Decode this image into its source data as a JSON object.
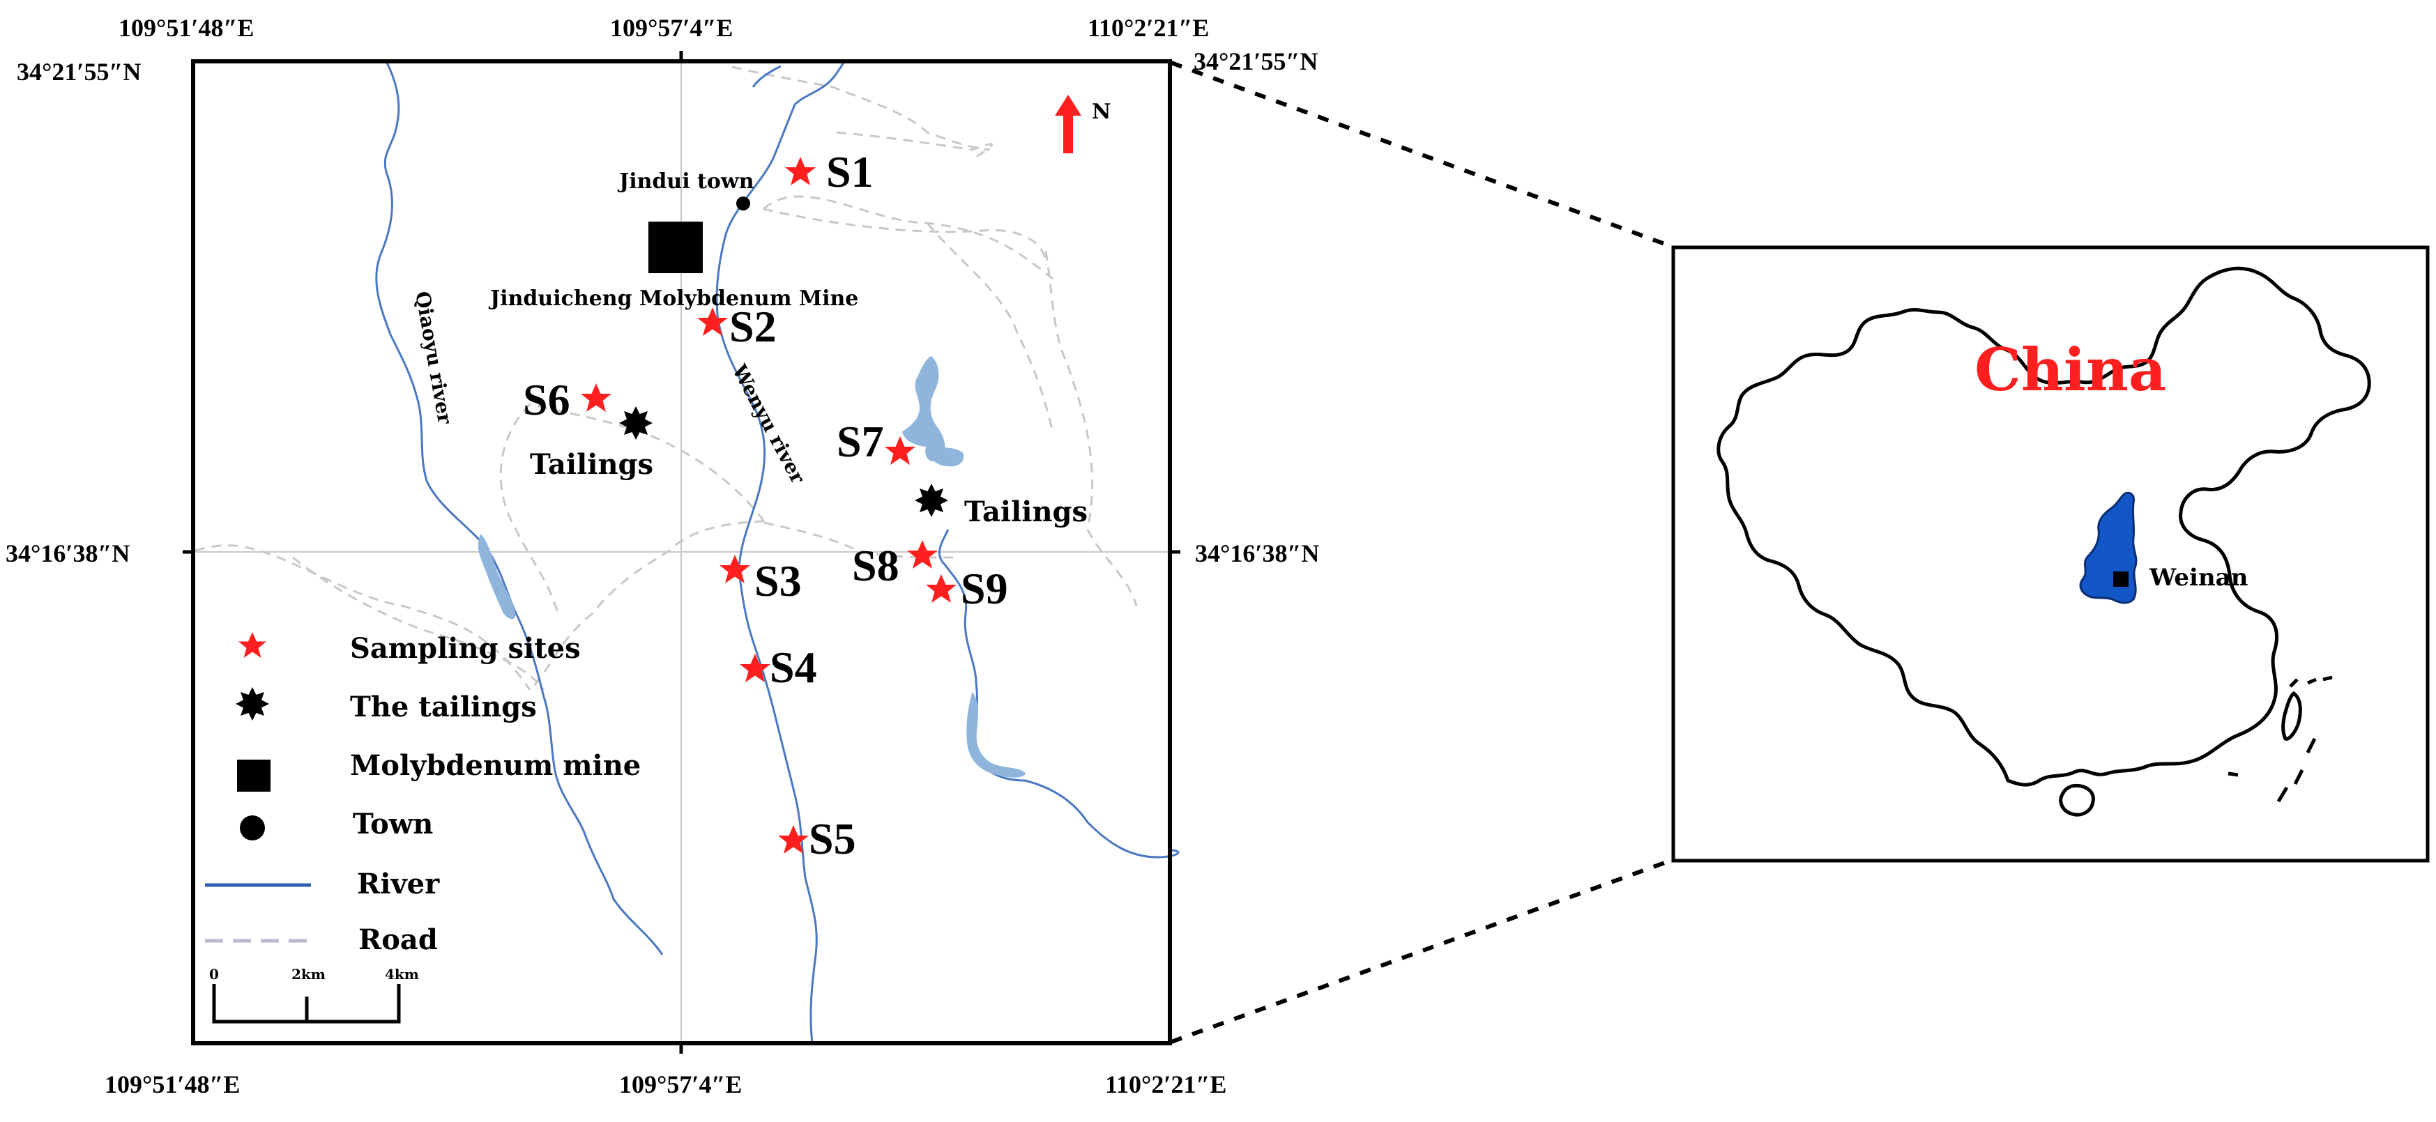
{
  "coordinates": {
    "top_left_lon": "109°51′48″E",
    "top_mid_lon": "109°57′4″E",
    "top_right_lon": "110°2′21″E",
    "bottom_left_lon": "109°51′48″E",
    "bottom_mid_lon": "109°57′4″E",
    "bottom_right_lon": "110°2′21″E",
    "top_left_lat": "34°21′55″N",
    "top_right_lat": "34°21′55″N",
    "mid_left_lat": "34°16′38″N",
    "mid_right_lat": "34°16′38″N"
  },
  "north_label": "N",
  "sites": {
    "s1": "S1",
    "s2": "S2",
    "s3": "S3",
    "s4": "S4",
    "s5": "S5",
    "s6": "S6",
    "s7": "S7",
    "s8": "S8",
    "s9": "S9"
  },
  "places": {
    "town": "Jindui town",
    "mine": "Jinduicheng Molybdenum Mine",
    "tailings_west": "Tailings",
    "tailings_east": "Tailings",
    "qiaoyu_river": "Qiaoyu river",
    "wenyu_river": "Wenyu river"
  },
  "legend": {
    "sampling_sites": "Sampling sites",
    "tailings": "The tailings",
    "mine": "Molybdenum mine",
    "town": "Town",
    "river": "River",
    "road": "Road"
  },
  "scale_bar": {
    "label_0": "0",
    "label_2": "2km",
    "label_4": "4km"
  },
  "inset": {
    "country": "China",
    "city": "Weinan"
  },
  "colors": {
    "river": "#4a78c2",
    "reservoir": "#8fb5dd",
    "road": "#c8c8c8",
    "site_star": "#ff1f1f",
    "province_fill": "#1357c6",
    "china_label": "#ff1f1f"
  }
}
